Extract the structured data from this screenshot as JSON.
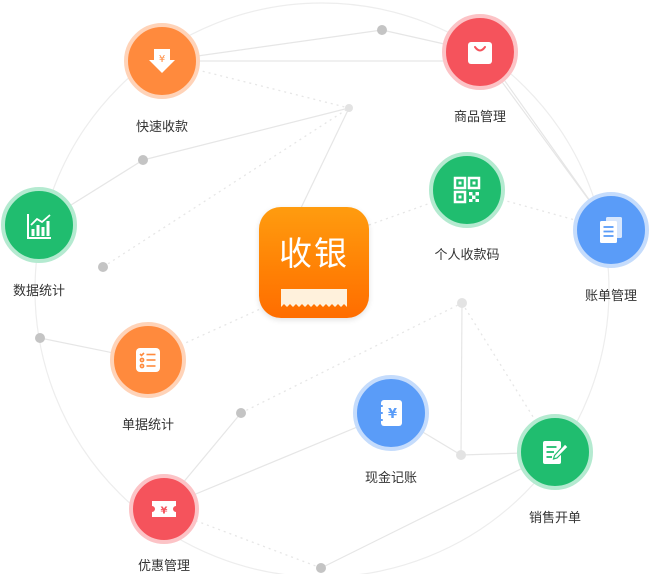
{
  "center": {
    "label": "收银"
  },
  "features": [
    {
      "id": "quick-pay",
      "label": "快速收款",
      "color": "#ff8a3d",
      "ring": "#ffd3b8",
      "icon": "download-yuan-icon"
    },
    {
      "id": "goods",
      "label": "商品管理",
      "color": "#f5535c",
      "ring": "#fcc3c6",
      "icon": "shopping-bag-icon"
    },
    {
      "id": "personal-qr",
      "label": "个人收款码",
      "color": "#20bd6f",
      "ring": "#b4ead0",
      "icon": "qr-code-icon"
    },
    {
      "id": "bills",
      "label": "账单管理",
      "color": "#5a9cf8",
      "ring": "#c5dcfc",
      "icon": "document-stack-icon"
    },
    {
      "id": "data-stats",
      "label": "数据统计",
      "color": "#20bd6f",
      "ring": "#b4ead0",
      "icon": "bar-chart-icon"
    },
    {
      "id": "doc-stats",
      "label": "单据统计",
      "color": "#ff8a3d",
      "ring": "#ffd3b8",
      "icon": "checklist-icon"
    },
    {
      "id": "cash-book",
      "label": "现金记账",
      "color": "#5a9cf8",
      "ring": "#c5dcfc",
      "icon": "yuan-notebook-icon"
    },
    {
      "id": "sales-order",
      "label": "销售开单",
      "color": "#20bd6f",
      "ring": "#b4ead0",
      "icon": "edit-document-icon"
    },
    {
      "id": "coupons",
      "label": "优惠管理",
      "color": "#f5535c",
      "ring": "#fcc3c6",
      "icon": "coupon-ticket-icon"
    }
  ],
  "icon_text": {
    "yuan": "¥"
  }
}
